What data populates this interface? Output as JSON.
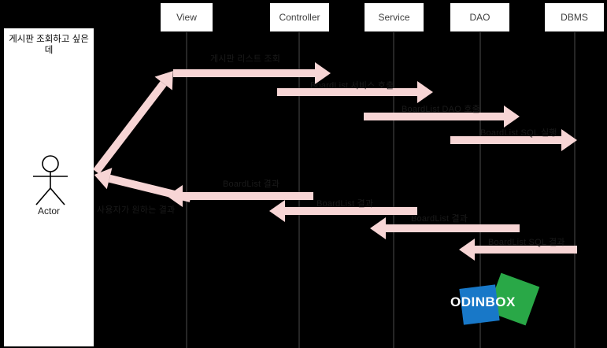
{
  "colors": {
    "background": "#000000",
    "arrow_fill": "#f7d5d5",
    "label_text": "#1a1a1a",
    "lifeline": "#262626",
    "header_text": "#3d3d3d",
    "logo_blue": "#1878c8",
    "logo_green": "#29a847"
  },
  "note": {
    "title": "게시판 조회하고 싶은데",
    "actor_label": "Actor"
  },
  "lifelines": [
    {
      "label": "View"
    },
    {
      "label": "Controller"
    },
    {
      "label": "Service"
    },
    {
      "label": "DAO"
    },
    {
      "label": "DBMS"
    }
  ],
  "messages": [
    {
      "from": "Actor",
      "to": "View",
      "label": ""
    },
    {
      "from": "View",
      "to": "Controller",
      "label": "게시판 리스트 조회"
    },
    {
      "from": "Controller",
      "to": "Service",
      "label": "BoardList 서비스 호출"
    },
    {
      "from": "Service",
      "to": "DAO",
      "label": "BoardList DAO 호출"
    },
    {
      "from": "DAO",
      "to": "DBMS",
      "label": "BoardList SQL 실행"
    },
    {
      "from": "Controller",
      "to": "View",
      "label": "BoardList 결과"
    },
    {
      "from": "View",
      "to": "Actor",
      "label": "사용자가 원하는 결과"
    },
    {
      "from": "Service",
      "to": "Controller",
      "label": "BoardList 결과"
    },
    {
      "from": "DAO",
      "to": "Service",
      "label": "BoardList 결과"
    },
    {
      "from": "DBMS",
      "to": "DAO",
      "label": "BoardList SQL 결과"
    }
  ],
  "logo": {
    "text": "ODINBOX"
  }
}
